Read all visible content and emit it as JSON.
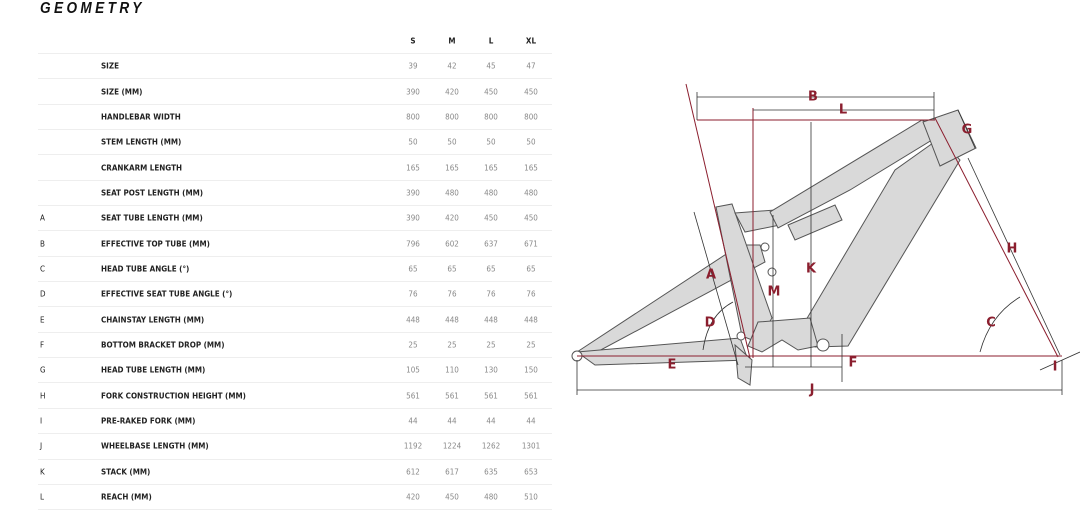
{
  "title": "GEOMETRY",
  "columns": [
    "S",
    "M",
    "L",
    "XL"
  ],
  "rows": [
    {
      "letter": "",
      "label": "SIZE",
      "values": [
        "39",
        "42",
        "45",
        "47"
      ]
    },
    {
      "letter": "",
      "label": "SIZE (MM)",
      "values": [
        "390",
        "420",
        "450",
        "450"
      ]
    },
    {
      "letter": "",
      "label": "HANDLEBAR WIDTH",
      "values": [
        "800",
        "800",
        "800",
        "800"
      ]
    },
    {
      "letter": "",
      "label": "STEM LENGTH (MM)",
      "values": [
        "50",
        "50",
        "50",
        "50"
      ]
    },
    {
      "letter": "",
      "label": "CRANKARM LENGTH",
      "values": [
        "165",
        "165",
        "165",
        "165"
      ]
    },
    {
      "letter": "",
      "label": "SEAT POST LENGTH (MM)",
      "values": [
        "390",
        "480",
        "480",
        "480"
      ]
    },
    {
      "letter": "A",
      "label": "SEAT TUBE LENGTH (MM)",
      "values": [
        "390",
        "420",
        "450",
        "450"
      ]
    },
    {
      "letter": "B",
      "label": "EFFECTIVE TOP TUBE (MM)",
      "values": [
        "796",
        "602",
        "637",
        "671"
      ]
    },
    {
      "letter": "C",
      "label": "HEAD TUBE ANGLE (°)",
      "values": [
        "65",
        "65",
        "65",
        "65"
      ]
    },
    {
      "letter": "D",
      "label": "EFFECTIVE SEAT TUBE ANGLE (°)",
      "values": [
        "76",
        "76",
        "76",
        "76"
      ]
    },
    {
      "letter": "E",
      "label": "CHAINSTAY LENGTH (MM)",
      "values": [
        "448",
        "448",
        "448",
        "448"
      ]
    },
    {
      "letter": "F",
      "label": "BOTTOM BRACKET DROP (MM)",
      "values": [
        "25",
        "25",
        "25",
        "25"
      ]
    },
    {
      "letter": "G",
      "label": "HEAD TUBE LENGTH (MM)",
      "values": [
        "105",
        "110",
        "130",
        "150"
      ]
    },
    {
      "letter": "H",
      "label": "FORK CONSTRUCTION HEIGHT (MM)",
      "values": [
        "561",
        "561",
        "561",
        "561"
      ]
    },
    {
      "letter": "I",
      "label": "PRE-RAKED FORK (MM)",
      "values": [
        "44",
        "44",
        "44",
        "44"
      ]
    },
    {
      "letter": "J",
      "label": "WHEELBASE LENGTH (MM)",
      "values": [
        "1192",
        "1224",
        "1262",
        "1301"
      ]
    },
    {
      "letter": "K",
      "label": "STACK (MM)",
      "values": [
        "612",
        "617",
        "635",
        "653"
      ]
    },
    {
      "letter": "L",
      "label": "REACH (MM)",
      "values": [
        "420",
        "450",
        "480",
        "510"
      ]
    }
  ],
  "diagram": {
    "A": "A",
    "B": "B",
    "C": "C",
    "D": "D",
    "E": "E",
    "F": "F",
    "G": "G",
    "H": "H",
    "I": "I",
    "J": "J",
    "K": "K",
    "L": "L",
    "M": "M"
  },
  "colors": {
    "accent": "#8b1e2e",
    "frame": "#d9d9d9",
    "outline": "#555555"
  }
}
